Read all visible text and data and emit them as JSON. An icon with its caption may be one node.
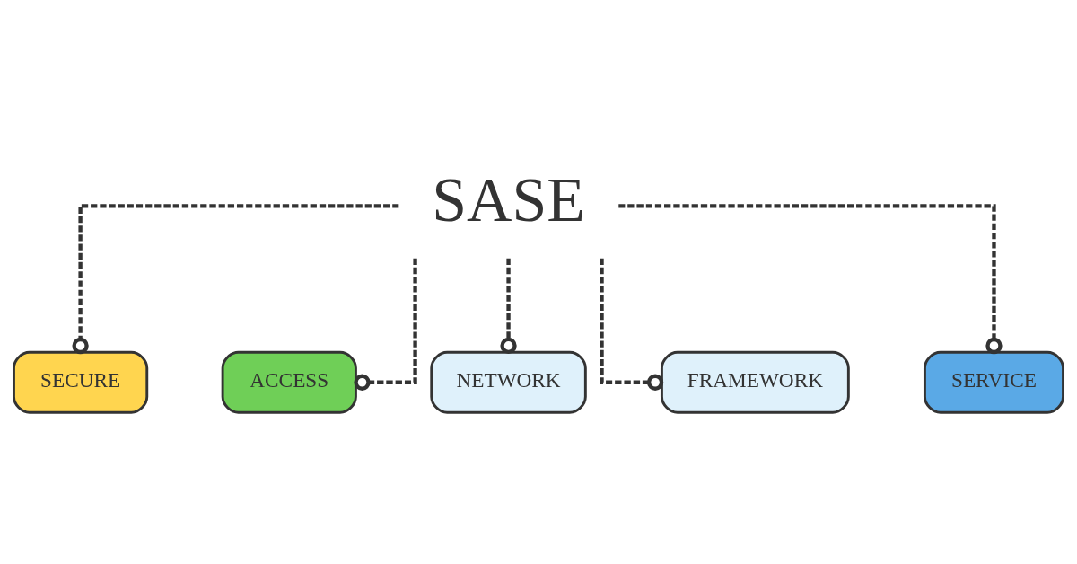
{
  "diagram": {
    "nodes": [
      {
        "text": [
          "SASE"
        ]
      },
      {
        "text": [
          "SECURE"
        ]
      },
      {
        "text": [
          "ACCESS"
        ]
      },
      {
        "text": [
          "NETWORK"
        ]
      },
      {
        "text": [
          "FRAMEWORK"
        ]
      },
      {
        "text": [
          "SERVICE"
        ]
      }
    ],
    "edges": [
      {
        "from": 0,
        "to": 1,
        "arrow": "other",
        "style": "dashed"
      },
      {
        "from": 0,
        "to": 2,
        "arrow": "other",
        "style": "dashed"
      },
      {
        "from": 0,
        "to": 3,
        "arrow": "other",
        "style": "dashed"
      },
      {
        "from": 0,
        "to": 4,
        "arrow": "other",
        "style": "dashed"
      },
      {
        "from": 0,
        "to": 5,
        "arrow": "other",
        "style": "dashed"
      }
    ]
  }
}
